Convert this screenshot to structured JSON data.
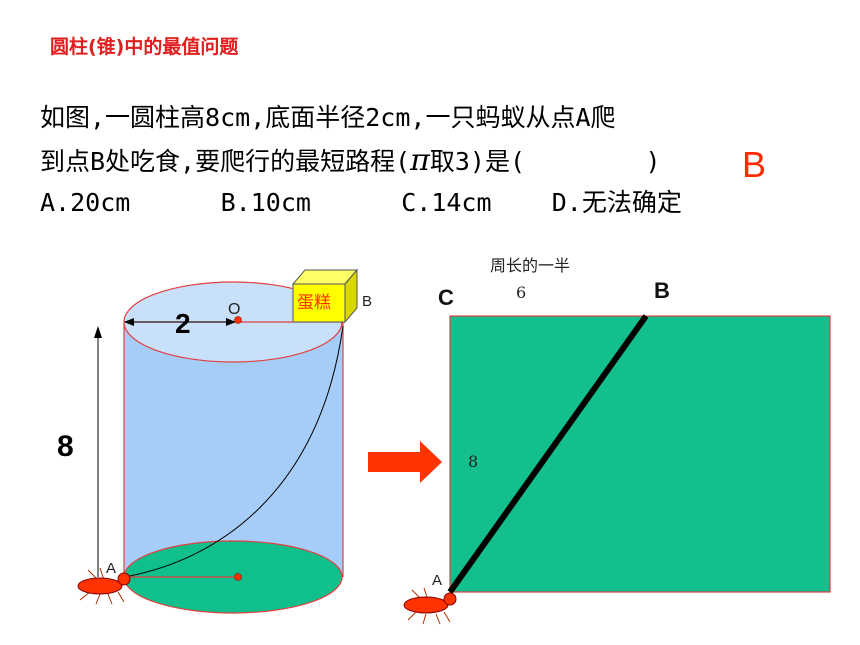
{
  "header": {
    "subtitle": "圆柱(锥)中的最值问题"
  },
  "question": {
    "line1": "如图,一圆柱高8cm,底面半径2cm,一只蚂蚁从点A爬",
    "line2_before_pi": "到点B处吃食,要爬行的最短路程(",
    "pi_symbol": "π",
    "line2_after_pi": "取3)是(        )",
    "line3": "A.20cm      B.10cm      C.14cm    D.无法确定",
    "answer": "B"
  },
  "cylinder": {
    "radius_label": "2",
    "height_label": "8",
    "center_label": "O",
    "point_a": "A",
    "point_b": "B",
    "cake_label": "蛋糕"
  },
  "unfolded": {
    "half_perimeter_label": "周长的一半",
    "half_perimeter_value": "6",
    "height_value": "8",
    "corner_c": "C",
    "corner_b": "B",
    "corner_a": "A"
  },
  "colors": {
    "subtitle": "#e02020",
    "answer": "#ff2a00",
    "cylinder_body": "#a6cdf7",
    "cylinder_top": "#c9e0fa",
    "cylinder_bottom": "#10c08c",
    "rectangle": "#13bf8c",
    "arrow": "#ff3300",
    "cake": "#ffff00",
    "ant": "#ff3300"
  }
}
